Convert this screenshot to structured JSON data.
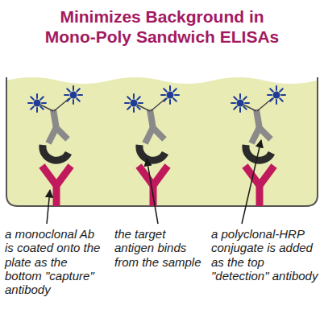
{
  "diagram": {
    "title": "Minimizes Background in Mono-Poly Sandwich ELISAs",
    "labels": [
      "a monoclonal Ab is coated onto the plate as the bottom \"capture\" antibody",
      "the target antigen binds from the sample",
      "a polyclonal-HRP conjugate is added as the top \"detection\" antibody"
    ]
  }
}
